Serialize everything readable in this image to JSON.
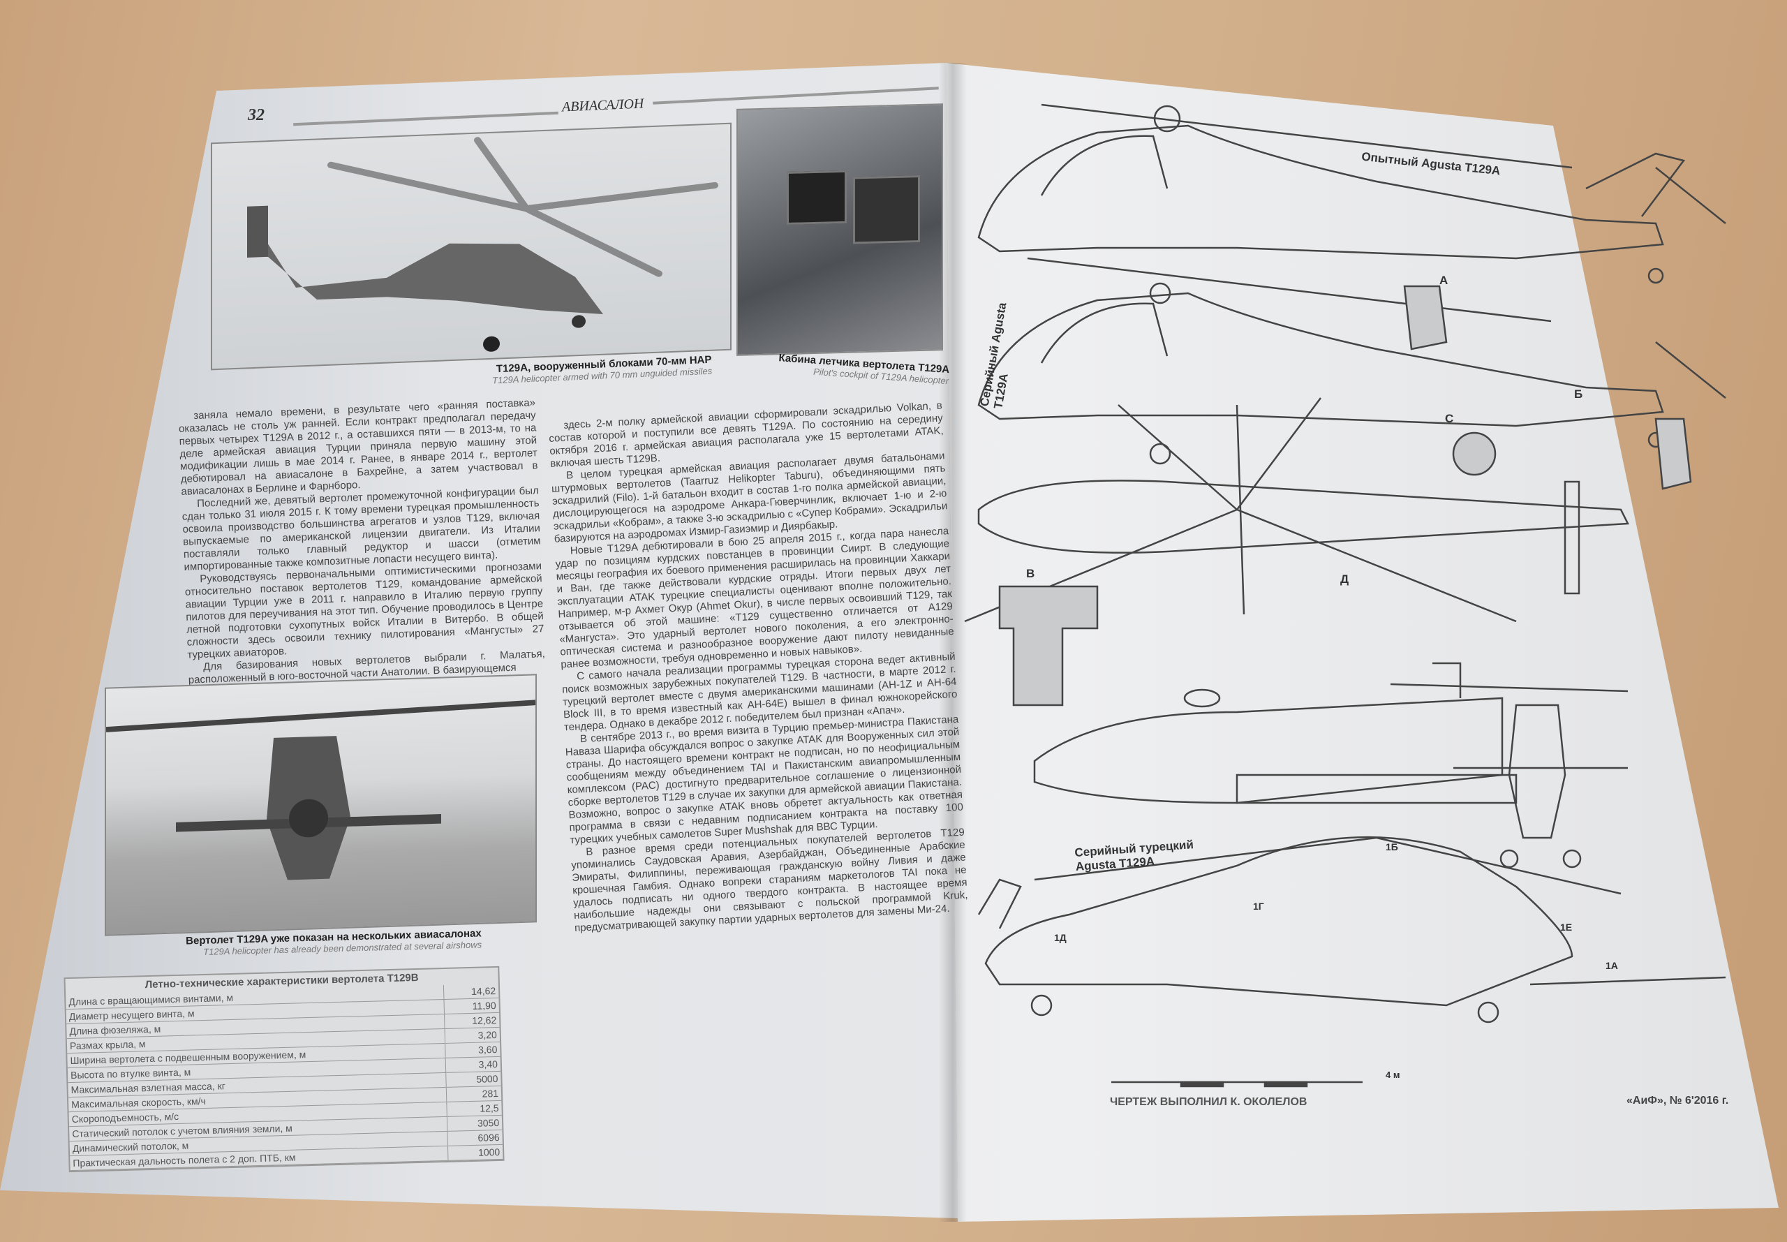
{
  "left_page": {
    "page_number": "32",
    "section_header": "АВИАСАЛОН",
    "photo_main_caption": "T129A, вооруженный блоками 70-мм НАР",
    "photo_main_caption_en": "T129A helicopter armed with 70 mm unguided missiles",
    "photo_cockpit_caption": "Кабина летчика вертолета T129A",
    "photo_cockpit_caption_en": "Pilot's cockpit of T129A helicopter",
    "photo_ground_caption": "Вертолет T129A уже показан на нескольких авиасалонах",
    "photo_ground_caption_en": "T129A helicopter has already been demonstrated at several airshows",
    "column1": [
      "заняла немало времени, в результате чего «ранняя поставка» оказалась не столь уж ранней. Если контракт предполагал передачу первых четырех T129A в 2012 г., а оставшихся пяти — в 2013-м, то на деле армейская авиация Турции приняла первую машину этой модификации лишь в мае 2014 г. Ранее, в январе 2014 г., вертолет дебютировал на авиасалоне в Бахрейне, а затем участвовал в авиасалонах в Берлине и Фарнборо.",
      "Последний же, девятый вертолет промежуточной конфигурации был сдан только 31 июля 2015 г. К тому времени турецкая промышленность освоила производство большинства агрегатов и узлов T129, включая выпускаемые по американской лицензии двигатели. Из Италии поставляли только главный редуктор и шасси (отметим импортированные также композитные лопасти несущего винта).",
      "Руководствуясь первоначальными оптимистическими прогнозами относительно поставок вертолетов T129, командование армейской авиации Турции уже в 2011 г. направило в Италию первую группу пилотов для переучивания на этот тип. Обучение проводилось в Центре летной подготовки сухопутных войск Италии в Витербо. В общей сложности здесь освоили технику пилотирования «Мангусты» 27 турецких авиаторов.",
      "Для базирования новых вертолетов выбрали г. Малатья, расположенный в юго-восточной части Анатолии. В базирующемся"
    ],
    "column2": [
      "здесь 2-м полку армейской авиации сформировали эскадрилью Volkan, в состав которой и поступили все девять T129A. По состоянию на середину октября 2016 г. армейская авиация располагала уже 15 вертолетами ATAK, включая шесть T129B.",
      "В целом турецкая армейская авиация располагает двумя батальонами штурмовых вертолетов (Taarruz Helikopter Taburu), объединяющими пять эскадрилий (Filo). 1-й батальон входит в состав 1-го полка армейской авиации, дислоцирующегося на аэродроме Анкара-Гюверчинлик, включает 1-ю и 2-ю эскадрильи «Кобрам», а также 3-ю эскадрилью с «Супер Кобрами». Эскадрильи базируются на аэродромах Измир-Газиэмир и Диярбакыр.",
      "Новые T129A дебютировали в бою 25 апреля 2015 г., когда пара нанесла удар по позициям курдских повстанцев в провинции Сиирт. В следующие месяцы география их боевого применения расширилась на провинции Хаккари и Ван, где также действовали курдские отряды. Итоги первых двух лет эксплуатации ATAK турецкие специалисты оценивают вполне положительно. Например, м-р Ахмет Окур (Ahmet Okur), в числе первых освоивший T129, так отзывается об этой машине: «T129 существенно отличается от A129 «Мангуста». Это ударный вертолет нового поколения, а его электронно-оптическая система и разнообразное вооружение дают пилоту невиданные ранее возможности, требуя одновременно и новых навыков».",
      "С самого начала реализации программы турецкая сторона ведет активный поиск возможных зарубежных покупателей T129. В частности, в марте 2012 г. турецкий вертолет вместе с двумя американскими машинами (AH-1Z и AH-64 Block III, в то время известный как AH-64E) вышел в финал южнокорейского тендера. Однако в декабре 2012 г. победителем был признан «Апач».",
      "В сентябре 2013 г., во время визита в Турцию премьер-министра Пакистана Наваза Шарифа обсуждался вопрос о закупке ATAK для Вооруженных сил этой страны. До настоящего времени контракт не подписан, но по неофициальным сообщениям между объединением TAI и Пакистанским авиапромышленным комплексом (PAC) достигнуто предварительное соглашение о лицензионной сборке вертолетов T129 в случае их закупки для армейской авиации Пакистана. Возможно, вопрос о закупке ATAK вновь обретет актуальность как ответная программа в связи с недавним подписанием контракта на поставку 100 турецких учебных самолетов Super Mushshak для ВВС Турции.",
      "В разное время среди потенциальных покупателей вертолетов T129 упоминались Саудовская Аравия, Азербайджан, Объединенные Арабские Эмираты, Филиппины, переживающая гражданскую войну Ливия и даже крошечная Гамбия. Однако вопреки стараниям маркетологов TAI пока не удалось подписать ни одного твердого контракта. В настоящее время наибольшие надежды они связывают с польской программой Kruk, предусматривающей закупку партии ударных вертолетов для замены Ми-24."
    ],
    "spec_table": {
      "title": "Летно-технические характеристики вертолета T129B",
      "rows": [
        {
          "label": "Длина с вращающимися винтами, м",
          "value": "14,62"
        },
        {
          "label": "Диаметр несущего винта, м",
          "value": "11,90"
        },
        {
          "label": "Длина фюзеляжа, м",
          "value": "12,62"
        },
        {
          "label": "Размах крыла, м",
          "value": "3,20"
        },
        {
          "label": "Ширина вертолета с подвешенным вооружением, м",
          "value": "3,60"
        },
        {
          "label": "Высота по втулке винта, м",
          "value": "3,40"
        },
        {
          "label": "Максимальная взлетная масса, кг",
          "value": "5000"
        },
        {
          "label": "Максимальная скорость, км/ч",
          "value": "281"
        },
        {
          "label": "Скороподъемность, м/с",
          "value": "12,5"
        },
        {
          "label": "Статический потолок с учетом влияния земли, м",
          "value": "3050"
        },
        {
          "label": "Динамический потолок, м",
          "value": "6096"
        },
        {
          "label": "Практическая дальность полета с 2 доп. ПТБ, км",
          "value": "1000"
        }
      ]
    }
  },
  "right_page": {
    "label_prototype": "Опытный Agusta T129A",
    "label_serial": "Серийный Agusta T129A",
    "label_serial_turkish": "Серийный турецкий Agusta T129A",
    "detail_letters": [
      "А",
      "Б",
      "В",
      "Д",
      "С"
    ],
    "section_marks": [
      "1Б",
      "1Г",
      "1Д",
      "1Е",
      "1А"
    ],
    "scale_label": "4 м",
    "credit": "ЧЕРТЕЖ ВЫПОЛНИЛ К. ОКОЛЕЛОВ",
    "issue": "«АиФ», № 6'2016 г."
  }
}
